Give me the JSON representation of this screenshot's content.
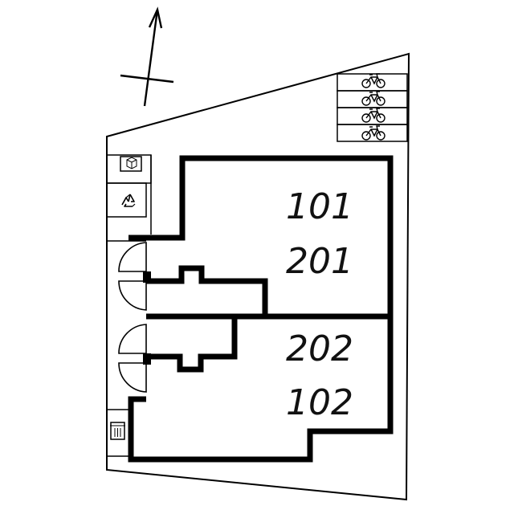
{
  "plan": {
    "rooms": [
      {
        "id": "r101",
        "number": "101"
      },
      {
        "id": "r201",
        "number": "201"
      },
      {
        "id": "r202",
        "number": "202"
      },
      {
        "id": "r102",
        "number": "102"
      }
    ],
    "bicycle_spaces": 4,
    "icons": {
      "compass": "north-arrow-icon",
      "bicycle": "bicycle-icon",
      "mailbox": "package-box-icon",
      "recycle": "recycle-icon",
      "trash": "trash-can-icon"
    },
    "colors": {
      "line": "#000000",
      "background": "#ffffff"
    }
  }
}
